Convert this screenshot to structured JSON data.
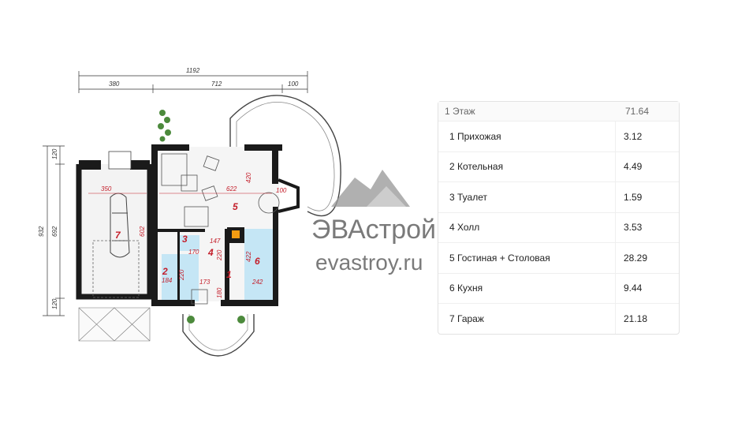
{
  "plan": {
    "dims_top": {
      "total": "1192",
      "left": "380",
      "middle": "712",
      "right": "100"
    },
    "dims_left": {
      "total": "932",
      "top": "120",
      "middle": "692",
      "bottom": "120"
    },
    "room_dims": {
      "garage_width": "350",
      "garage_depth": "602",
      "living_width": "622",
      "living_depth": "420",
      "bay": "100",
      "toilet_w": "170",
      "hall_w": "147",
      "hall_d": "220",
      "boiler_w": "184",
      "boiler_d": "220",
      "entry_w": "173",
      "entry_d": "180",
      "kitchen_w": "242",
      "kitchen_d": "422"
    },
    "room_numbers": [
      "1",
      "2",
      "3",
      "4",
      "5",
      "6",
      "7"
    ],
    "watermark": {
      "brand": "ЭВАстрой",
      "url": "evastroy.ru"
    },
    "colors": {
      "wall": "#1a1a1a",
      "dim_red": "#c41e2a",
      "wet_zone": "#c5e6f5",
      "floor": "#f5f5f5"
    }
  },
  "table": {
    "header": {
      "label": "1 Этаж",
      "value": "71.64"
    },
    "rows": [
      {
        "label": "1 Прихожая",
        "value": "3.12"
      },
      {
        "label": "2 Котельная",
        "value": "4.49"
      },
      {
        "label": "3 Туалет",
        "value": "1.59"
      },
      {
        "label": "4 Холл",
        "value": "3.53"
      },
      {
        "label": "5 Гостиная + Столовая",
        "value": "28.29"
      },
      {
        "label": "6 Кухня",
        "value": "9.44"
      },
      {
        "label": "7 Гараж",
        "value": "21.18"
      }
    ]
  }
}
